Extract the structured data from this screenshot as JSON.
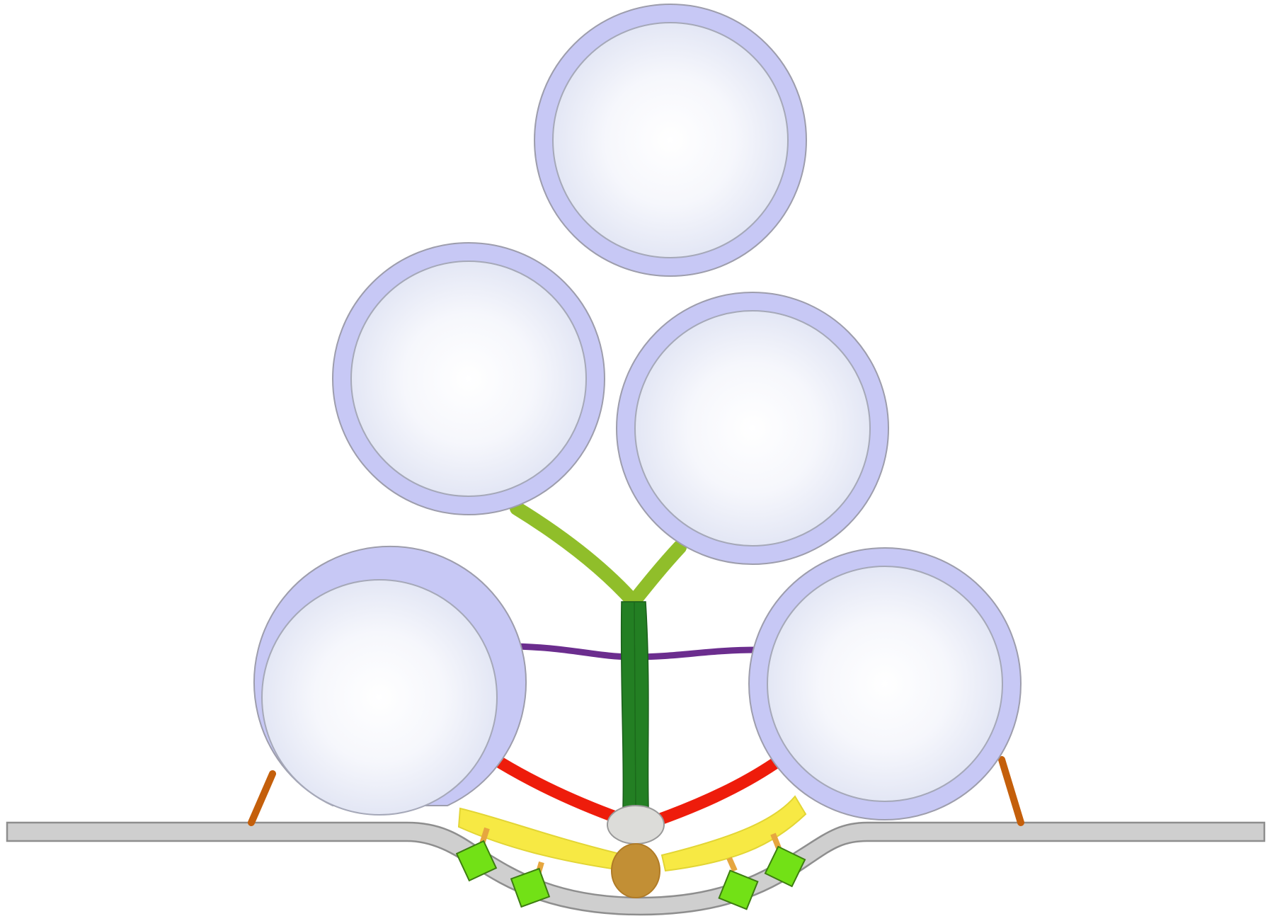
{
  "diagram": {
    "description_labels": [],
    "colors": {
      "vesicle_outer": "#c7c8f5",
      "vesicle_stroke": "#9d9dac",
      "vesicle_inner_center": "#ffffff",
      "vesicle_inner_edge": "#dfe3f3",
      "membrane_fill": "#cfcfcf",
      "membrane_stroke": "#8e8e8e",
      "tether_light_green": "#90be2a",
      "trunk_dark_green": "#237f23",
      "purple_link": "#6b2d8e",
      "red_link": "#ee1c0b",
      "yellow_link": "#f7e944",
      "orange_link": "#c45f0b",
      "gray_node": "#dcdcd9",
      "brown_node": "#c28f35",
      "green_channel": "#72e116",
      "channel_anchor": "#e6a63f"
    },
    "icons": {
      "vesicle": "circle",
      "channel": "square",
      "node": "ellipse"
    }
  }
}
